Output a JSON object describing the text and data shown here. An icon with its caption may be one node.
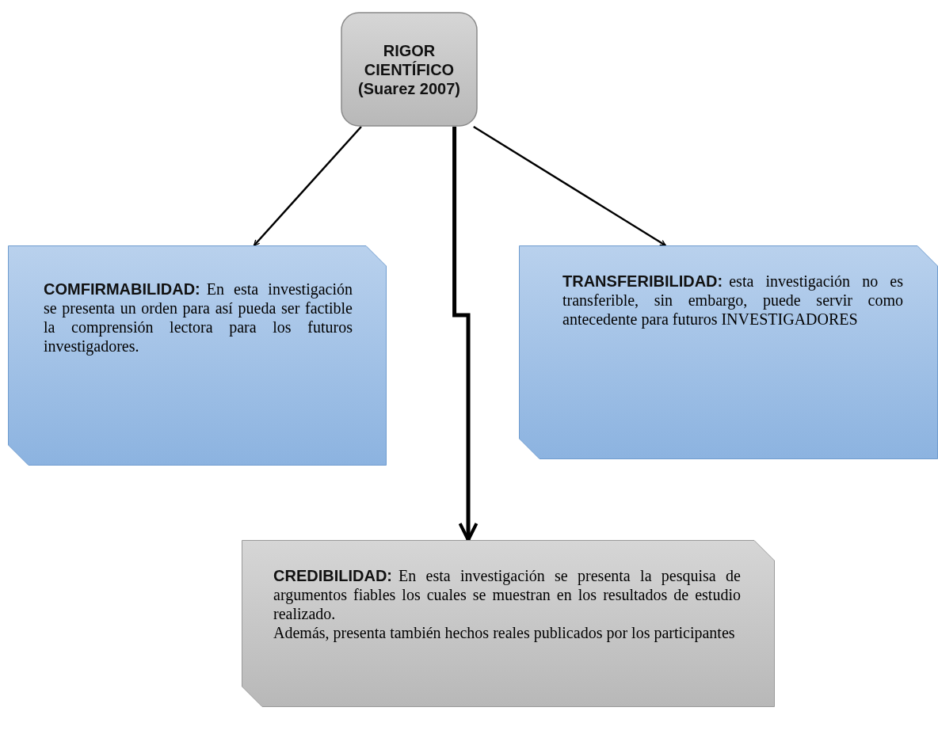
{
  "diagram": {
    "nodes": [
      {
        "text": [
          "RIGOR CIENTÍFICO (Suarez 2007)"
        ]
      },
      {
        "text": [
          "COMFIRMABILIDAD:",
          "En esta investigación se presenta un orden para así pueda ser factible la comprensión lectora para los futuros investigadores."
        ]
      },
      {
        "text": [
          "TRANSFERIBILIDAD:",
          "esta investigación no es transferible, sin embargo, puede servir como antecedente para futuros INVESTIGADORES"
        ]
      },
      {
        "text": [
          "CREDIBILIDAD:",
          "En esta investigación se presenta la pesquisa de argumentos fiables los cuales se muestran en los resultados de estudio realizado.",
          "Además, presenta también hechos reales publicados por los participantes"
        ]
      }
    ],
    "edges": [
      {
        "from": 0,
        "to": 1,
        "arrow": "to"
      },
      {
        "from": 0,
        "to": 2,
        "arrow": "to"
      },
      {
        "from": 0,
        "to": 3,
        "arrow": "to",
        "style": "thick"
      }
    ]
  }
}
